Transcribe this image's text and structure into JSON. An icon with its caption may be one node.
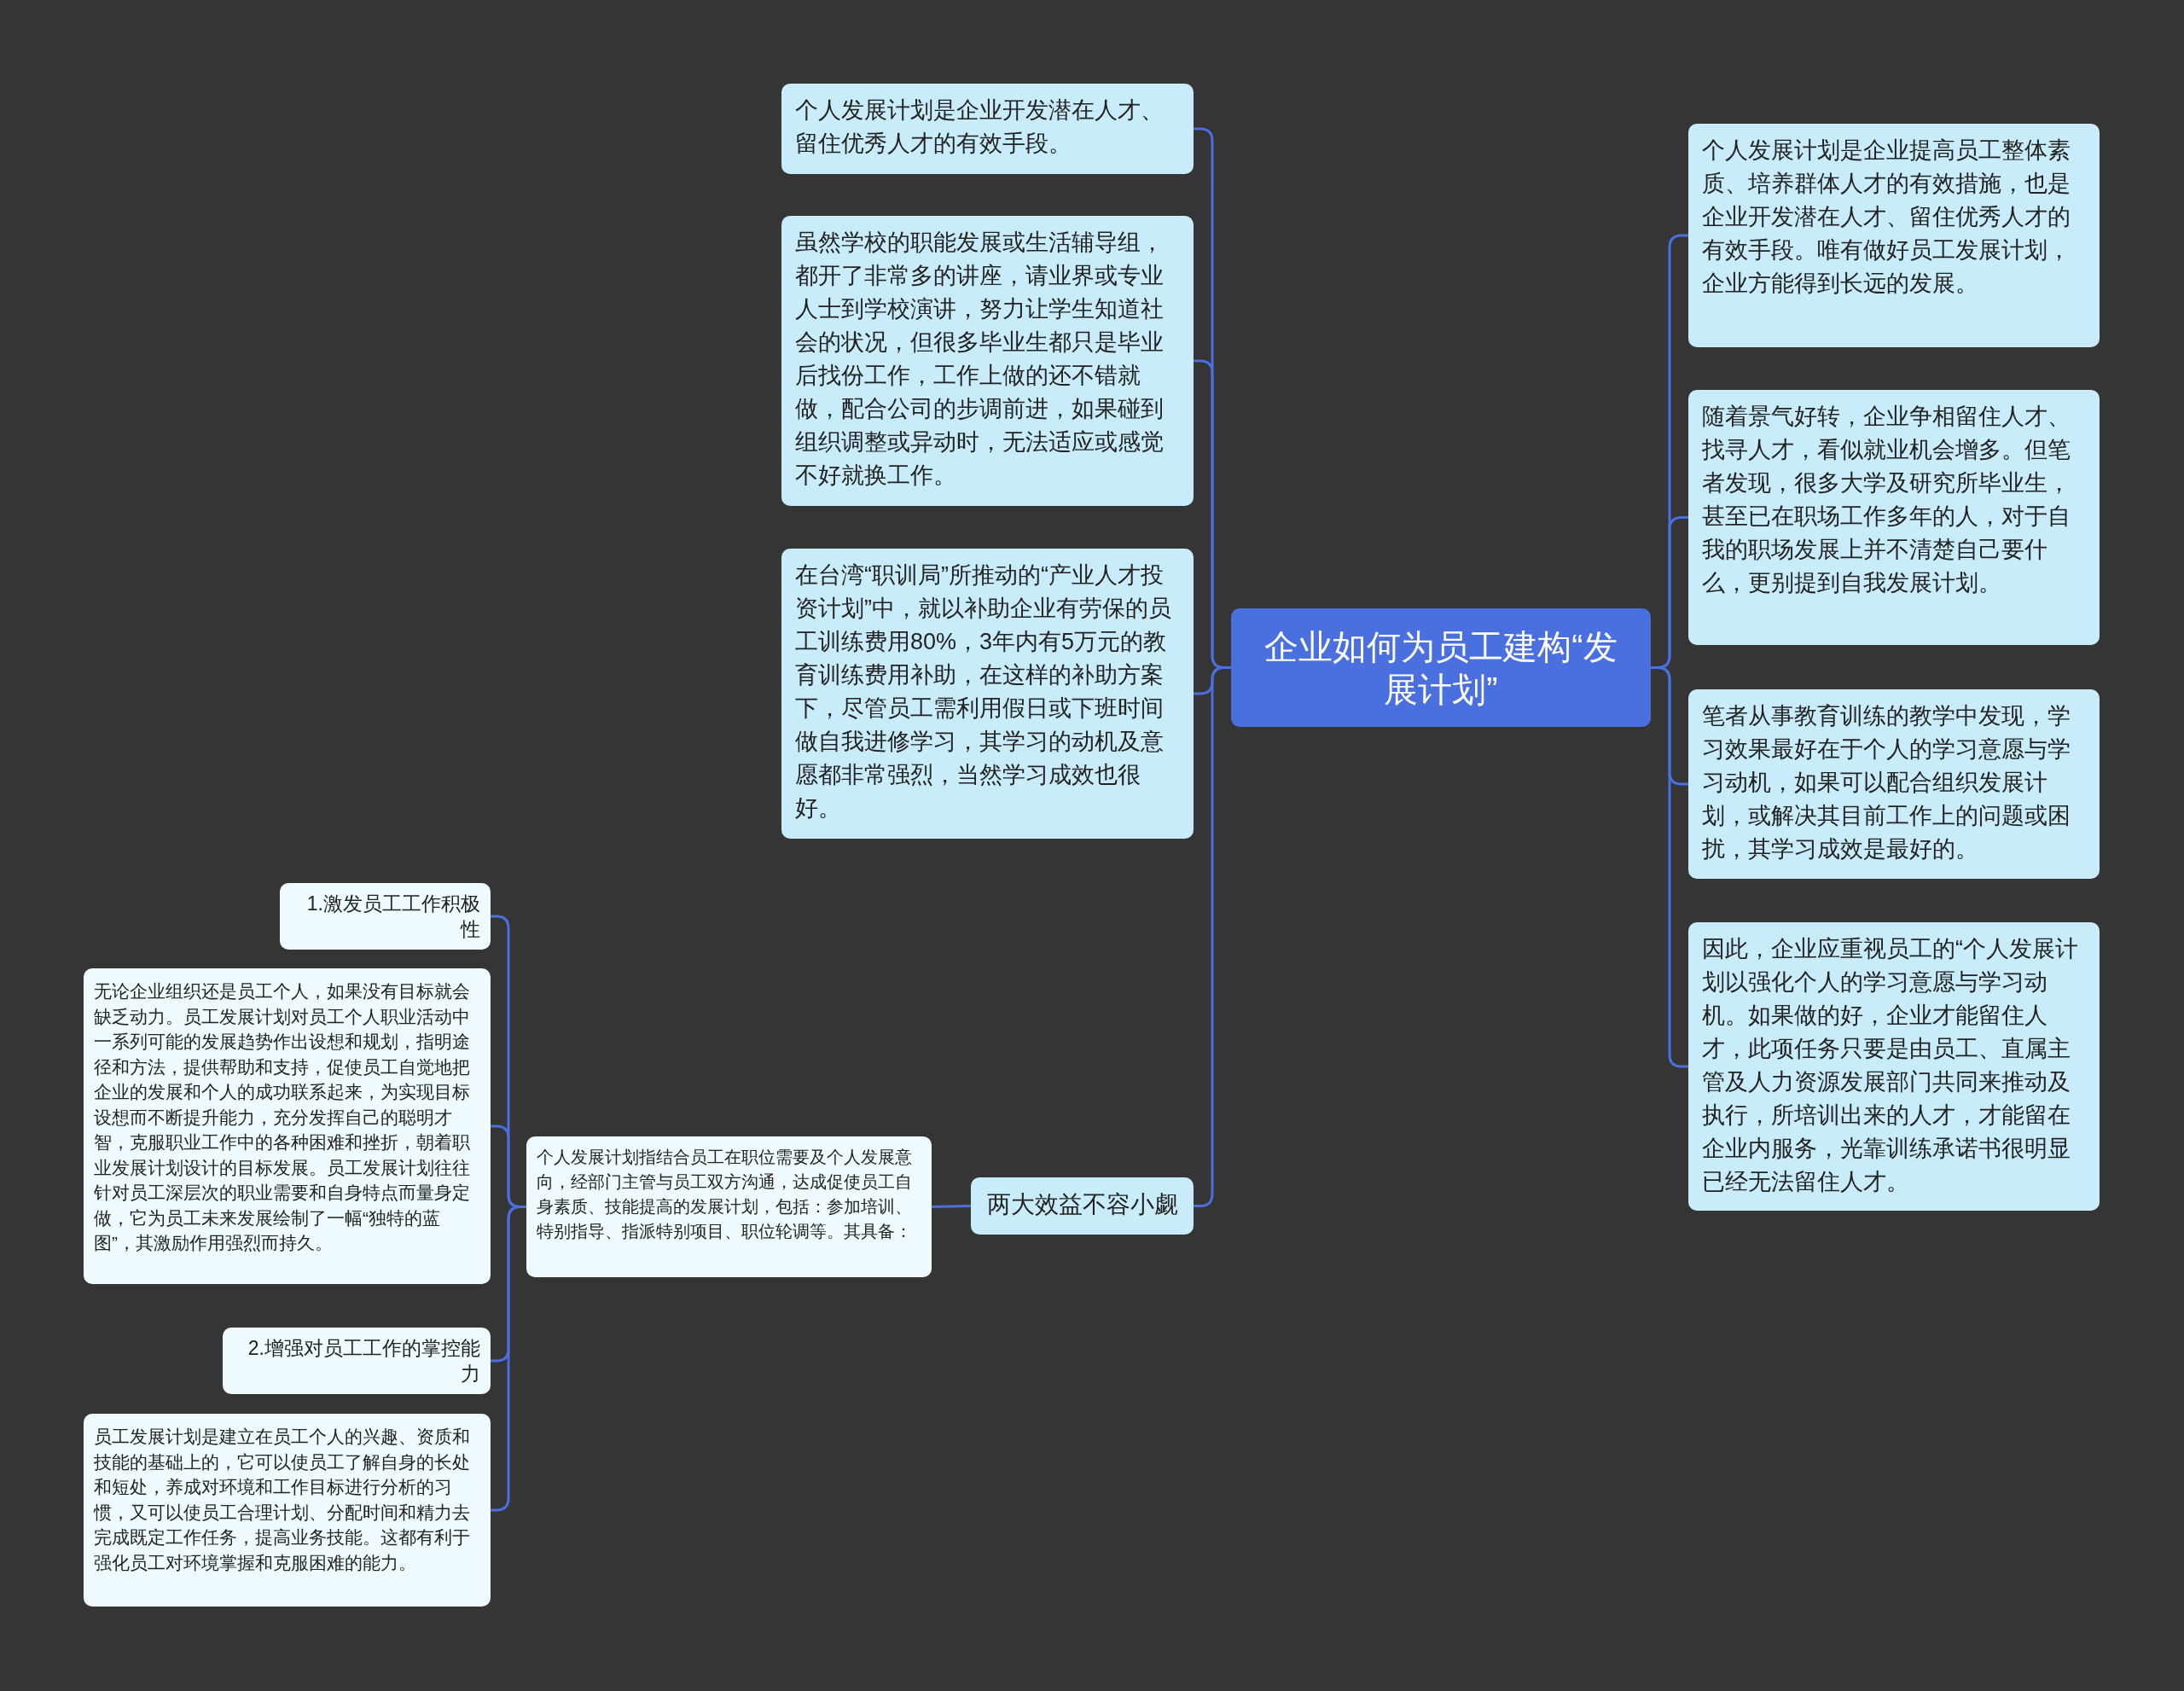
{
  "diagram": {
    "nodes": [
      {
        "text": [
          "企业如何为员工建构“发展计划”"
        ]
      },
      {
        "text": [
          "个人发展计划是企业开发潜在人才、留住优秀人才的有效手段。"
        ]
      },
      {
        "text": [
          "虽然学校的职能发展或生活辅导组，都开了非常多的讲座，请业界或专业人士到学校演讲，努力让学生知道社会的状况，但很多毕业生都只是毕业后找份工作，工作上做的还不错就做，配合公司的步调前进，如果碰到组织调整或异动时，无法适应或感觉不好就换工作。"
        ]
      },
      {
        "text": [
          "在台湾“职训局”所推动的“产业人才投资计划”中，就以补助企业有劳保的员工训练费用80%，3年内有5万元的教育训练费用补助，在这样的补助方案下，尽管员工需利用假日或下班时间做自我进修学习，其学习的动机及意愿都非常强烈，当然学习成效也很好。"
        ]
      },
      {
        "text": [
          "两大效益不容小觑"
        ]
      },
      {
        "text": [
          "个人发展计划指结合员工在职位需要及个人发展意向，经部门主管与员工双方沟通，达成促使员工自身素质、技能提高的发展计划，包括：参加培训、特别指导、指派特别项目、职位轮调等。其具备："
        ]
      },
      {
        "text": [
          "1.激发员工工作积极性"
        ]
      },
      {
        "text": [
          "无论企业组织还是员工个人，如果没有目标就会缺乏动力。员工发展计划对员工个人职业活动中一系列可能的发展趋势作出设想和规划，指明途径和方法，提供帮助和支持，促使员工自觉地把企业的发展和个人的成功联系起来，为实现目标设想而不断提升能力，充分发挥自己的聪明才智，克服职业工作中的各种困难和挫折，朝着职业发展计划设计的目标发展。员工发展计划往往针对员工深层次的职业需要和自身特点而量身定做，它为员工未来发展绘制了一幅“独特的蓝图”，其激励作用强烈而持久。"
        ]
      },
      {
        "text": [
          "2.增强对员工工作的掌控能力"
        ]
      },
      {
        "text": [
          "员工发展计划是建立在员工个人的兴趣、资质和技能的基础上的，它可以使员工了解自身的长处和短处，养成对环境和工作目标进行分析的习惯，又可以使员工合理计划、分配时间和精力去完成既定工作任务，提高业务技能。这都有利于强化员工对环境掌握和克服困难的能力。"
        ]
      },
      {
        "text": [
          "个人发展计划是企业提高员工整体素质、培养群体人才的有效措施，也是企业开发潜在人才、留住优秀人才的有效手段。唯有做好员工发展计划，企业方能得到长远的发展。"
        ]
      },
      {
        "text": [
          "随着景气好转，企业争相留住人才、找寻人才，看似就业机会增多。但笔者发现，很多大学及研究所毕业生，甚至已在职场工作多年的人，对于自我的职场发展上并不清楚自己要什么，更别提到自我发展计划。"
        ]
      },
      {
        "text": [
          "笔者从事教育训练的教学中发现，学习效果最好在于个人的学习意愿与学习动机，如果可以配合组织发展计划，或解决其目前工作上的问题或困扰，其学习成效是最好的。"
        ]
      },
      {
        "text": [
          "因此，企业应重视员工的“个人发展计划以强化个人的学习意愿与学习动机。如果做的好，企业才能留住人才，此项任务只要是由员工、直属主管及人力资源发展部门共同来推动及执行，所培训出来的人才，才能留在企业内服务，光靠训练承诺书很明显已经无法留住人才。"
        ]
      }
    ],
    "edges": [
      {
        "from": 0,
        "to": 1,
        "arrow": "none"
      },
      {
        "from": 0,
        "to": 2,
        "arrow": "none"
      },
      {
        "from": 0,
        "to": 3,
        "arrow": "none"
      },
      {
        "from": 0,
        "to": 4,
        "arrow": "none"
      },
      {
        "from": 4,
        "to": 5,
        "arrow": "none"
      },
      {
        "from": 5,
        "to": 6,
        "arrow": "none"
      },
      {
        "from": 5,
        "to": 7,
        "arrow": "none"
      },
      {
        "from": 5,
        "to": 8,
        "arrow": "none"
      },
      {
        "from": 5,
        "to": 9,
        "arrow": "none"
      },
      {
        "from": 0,
        "to": 10,
        "arrow": "none"
      },
      {
        "from": 0,
        "to": 11,
        "arrow": "none"
      },
      {
        "from": 0,
        "to": 12,
        "arrow": "none"
      },
      {
        "from": 0,
        "to": 13,
        "arrow": "none"
      }
    ]
  }
}
